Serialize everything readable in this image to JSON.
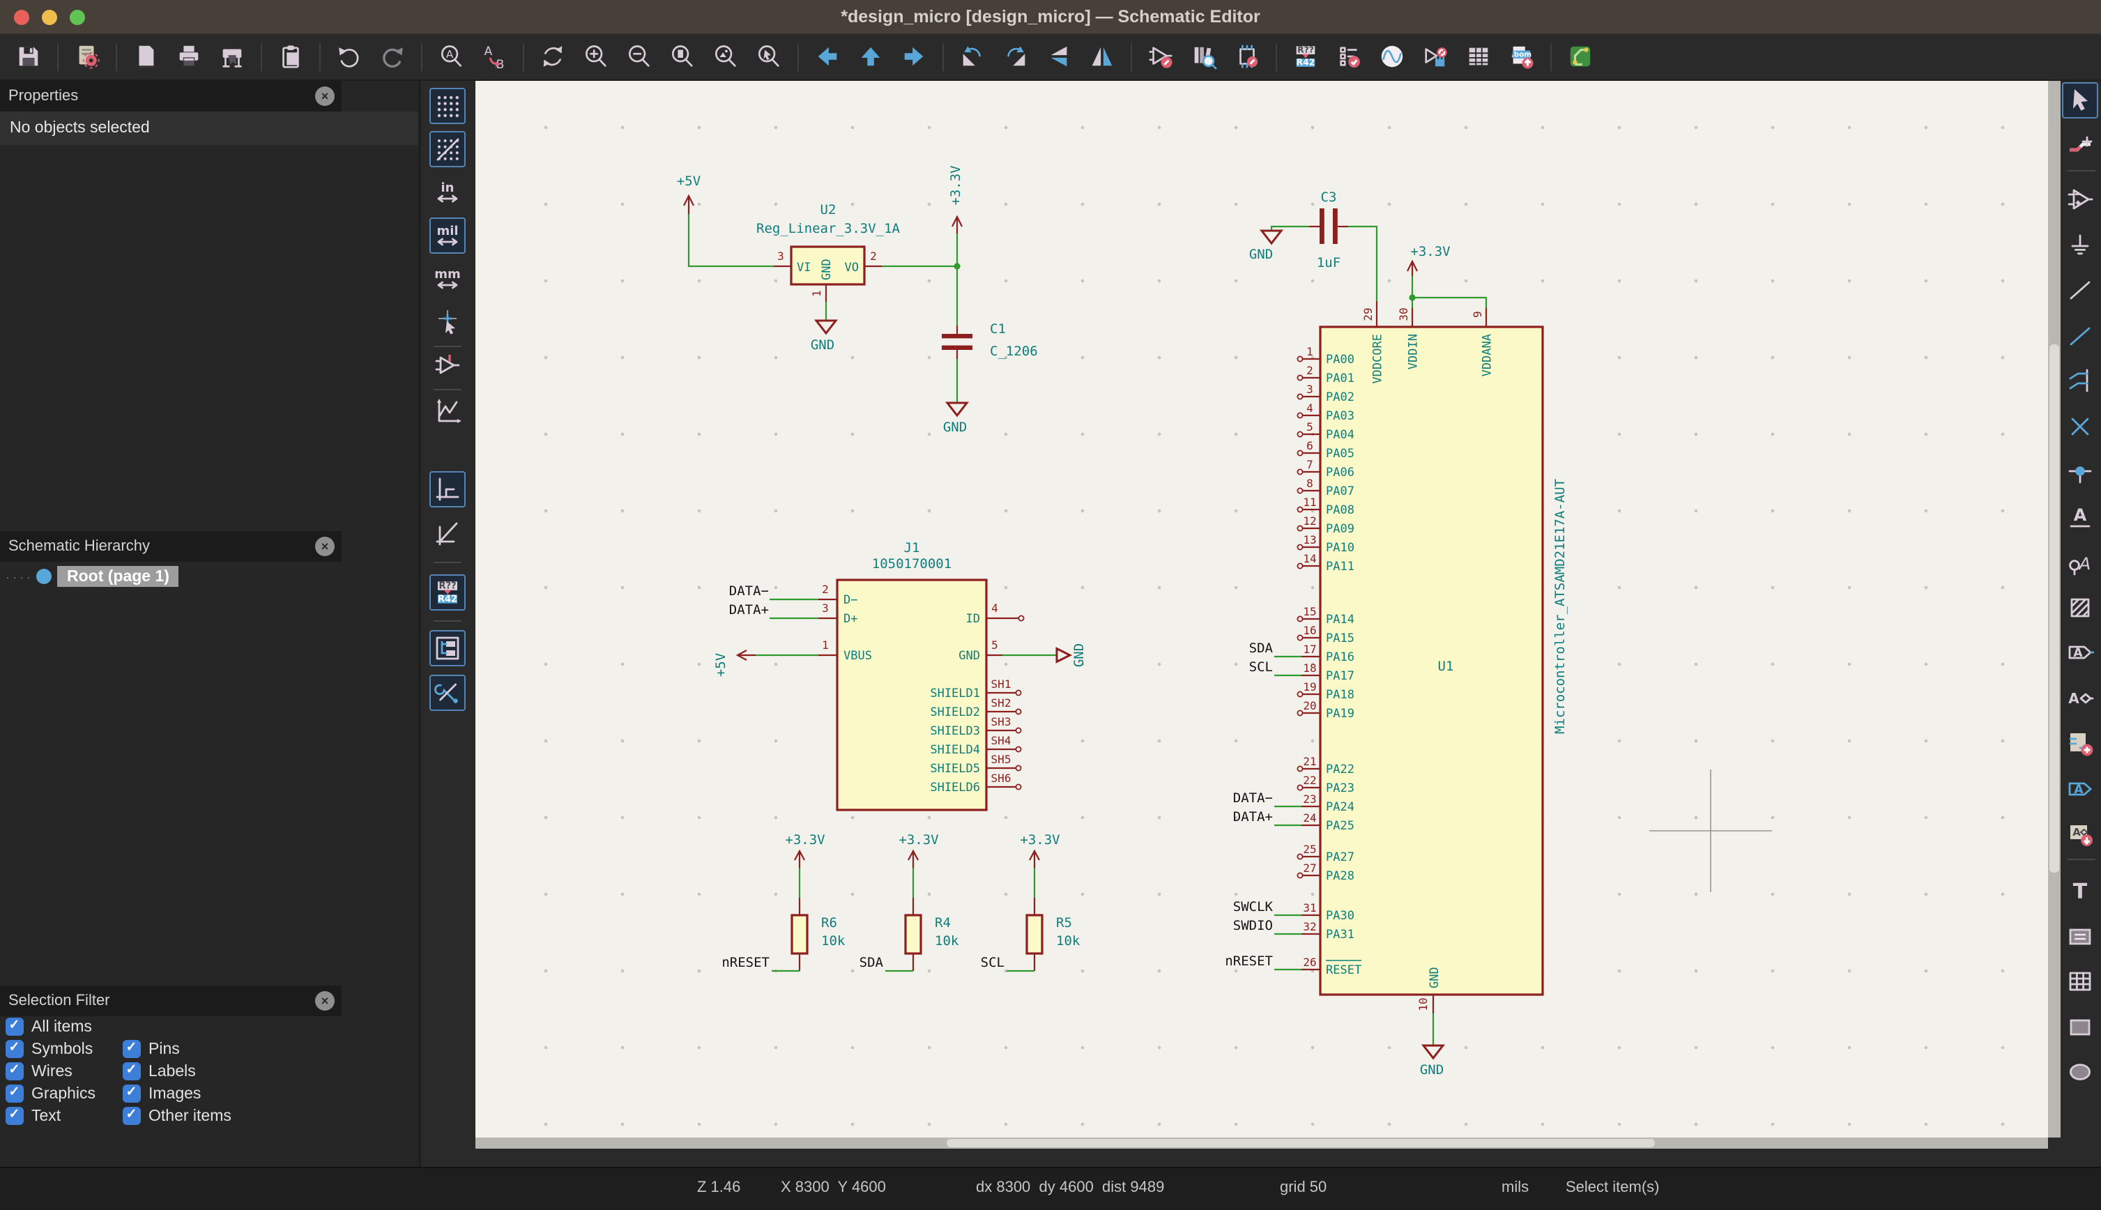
{
  "window": {
    "title": "*design_micro [design_micro] — Schematic Editor"
  },
  "toolbar": {
    "buttons": [
      "save",
      "schematic-setup",
      "page-settings",
      "print",
      "plot",
      "paste",
      "undo",
      "redo",
      "find",
      "find-replace",
      "refresh-view",
      "zoom-in",
      "zoom-out",
      "zoom-fit-page",
      "zoom-fit-objects",
      "zoom-selection",
      "navigate-back",
      "navigate-up",
      "navigate-forward",
      "rotate-ccw",
      "rotate-cw",
      "mirror-vertical",
      "mirror-horizontal",
      "symbol-editor",
      "symbol-library-browser",
      "footprint-editor",
      "annotate",
      "erc",
      "simulator",
      "assign-footprints",
      "symbol-fields-table",
      "export-bom",
      "open-pcb-editor"
    ]
  },
  "left_toolbar": {
    "items": [
      "grid-visibility",
      "grid-override",
      "units-inches",
      "units-mils",
      "units-mm",
      "cursor-shape",
      "hidden-pins",
      "sim-chart",
      "ortho-wires",
      "any-angle-wires",
      "annotate-auto",
      "hierarchy-navigator",
      "properties-tools"
    ]
  },
  "right_toolbar": {
    "items": [
      "select",
      "highlight-net",
      "add-symbol",
      "add-power",
      "add-wire",
      "add-bus",
      "add-bus-entry",
      "add-no-connect",
      "add-junction",
      "add-net-label",
      "add-directive-label",
      "add-rule-area",
      "add-global-label",
      "add-netclass-directive",
      "add-sheet",
      "add-hierarchical-label",
      "import-sheet-pin",
      "add-text",
      "add-text-box",
      "add-table",
      "add-rectangle",
      "add-circle"
    ]
  },
  "icons": {
    "annotate_from": "R??",
    "annotate_to": "R42",
    "unit_in": "in",
    "unit_mil": "mil",
    "unit_mm": "mm",
    "bom": ".bom",
    "find_a": "A",
    "replace_a": "A",
    "replace_b": "B",
    "label_a": "A",
    "text_t": "T"
  },
  "panels": {
    "properties": {
      "title": "Properties",
      "message": "No objects selected"
    },
    "hierarchy": {
      "title": "Schematic Hierarchy",
      "root_item": "Root (page 1)"
    },
    "selection_filter": {
      "title": "Selection Filter",
      "rows": [
        [
          {
            "label": "All items",
            "checked": true
          }
        ],
        [
          {
            "label": "Symbols",
            "checked": true
          },
          {
            "label": "Pins",
            "checked": true
          }
        ],
        [
          {
            "label": "Wires",
            "checked": true
          },
          {
            "label": "Labels",
            "checked": true
          }
        ],
        [
          {
            "label": "Graphics",
            "checked": true
          },
          {
            "label": "Images",
            "checked": true
          }
        ],
        [
          {
            "label": "Text",
            "checked": true
          },
          {
            "label": "Other items",
            "checked": true
          }
        ]
      ]
    }
  },
  "statusbar": {
    "zoom": "Z 1.46",
    "cursor": "X 8300  Y 4600",
    "delta": "dx 8300  dy 4600  dist 9489",
    "grid": "grid 50",
    "units": "mils",
    "action": "Select item(s)"
  },
  "schematic": {
    "power": {
      "p5v": "+5V",
      "p3v3": "+3.3V",
      "gnd": "GND"
    },
    "u2": {
      "ref": "U2",
      "value": "Reg_Linear_3.3V_1A",
      "pin_vi": "VI",
      "pin_gnd": "GND",
      "pin_vo": "VO",
      "num_vi": "3",
      "num_vo": "2",
      "num_gnd": "1"
    },
    "c1": {
      "ref": "C1",
      "value": "C_1206"
    },
    "c3": {
      "ref": "C3",
      "value": "1uF"
    },
    "j1": {
      "ref": "J1",
      "value": "1050170001",
      "left_pins": [
        {
          "num": "2",
          "name": "D−",
          "label": "DATA−"
        },
        {
          "num": "3",
          "name": "D+",
          "label": "DATA+"
        },
        {
          "num": "1",
          "name": "VBUS",
          "power": "+5V"
        }
      ],
      "id_pin": {
        "num": "4",
        "name": "ID"
      },
      "gnd_pin": {
        "num": "5",
        "name": "GND",
        "power": "GND"
      },
      "shield_pins": [
        {
          "num": "SH1",
          "name": "SHIELD1"
        },
        {
          "num": "SH2",
          "name": "SHIELD2"
        },
        {
          "num": "SH3",
          "name": "SHIELD3"
        },
        {
          "num": "SH4",
          "name": "SHIELD4"
        },
        {
          "num": "SH5",
          "name": "SHIELD5"
        },
        {
          "num": "SH6",
          "name": "SHIELD6"
        }
      ]
    },
    "resistors": [
      {
        "ref": "R6",
        "value": "10k",
        "label": "nRESET"
      },
      {
        "ref": "R4",
        "value": "10k",
        "label": "SDA"
      },
      {
        "ref": "R5",
        "value": "10k",
        "label": "SCL"
      }
    ],
    "u1": {
      "ref": "U1",
      "lib_name": "Microcontroller_ATSAMD21E17A-AUT",
      "top_pins": [
        {
          "num": "29",
          "name": "VDDCORE"
        },
        {
          "num": "30",
          "name": "VDDIN"
        },
        {
          "num": "9",
          "name": "VDDANA"
        }
      ],
      "left_groups": [
        [
          {
            "num": "1",
            "name": "PA00"
          },
          {
            "num": "2",
            "name": "PA01"
          },
          {
            "num": "3",
            "name": "PA02"
          },
          {
            "num": "4",
            "name": "PA03"
          },
          {
            "num": "5",
            "name": "PA04"
          },
          {
            "num": "6",
            "name": "PA05"
          },
          {
            "num": "7",
            "name": "PA06"
          },
          {
            "num": "8",
            "name": "PA07"
          },
          {
            "num": "11",
            "name": "PA08"
          },
          {
            "num": "12",
            "name": "PA09"
          },
          {
            "num": "13",
            "name": "PA10"
          },
          {
            "num": "14",
            "name": "PA11"
          }
        ],
        [
          {
            "num": "15",
            "name": "PA14"
          },
          {
            "num": "16",
            "name": "PA15"
          },
          {
            "num": "17",
            "name": "PA16",
            "label": "SDA"
          },
          {
            "num": "18",
            "name": "PA17",
            "label": "SCL"
          },
          {
            "num": "19",
            "name": "PA18"
          },
          {
            "num": "20",
            "name": "PA19"
          }
        ],
        [
          {
            "num": "21",
            "name": "PA22"
          },
          {
            "num": "22",
            "name": "PA23"
          },
          {
            "num": "23",
            "name": "PA24",
            "label": "DATA−"
          },
          {
            "num": "24",
            "name": "PA25",
            "label": "DATA+"
          }
        ],
        [
          {
            "num": "25",
            "name": "PA27"
          },
          {
            "num": "27",
            "name": "PA28"
          }
        ],
        [
          {
            "num": "31",
            "name": "PA30",
            "label": "SWCLK"
          },
          {
            "num": "32",
            "name": "PA31",
            "label": "SWDIO"
          }
        ],
        [
          {
            "num": "26",
            "name": "RESET",
            "label": "nRESET",
            "overline": true
          }
        ]
      ],
      "bottom_pin": {
        "num": "10",
        "name": "GND"
      }
    }
  }
}
